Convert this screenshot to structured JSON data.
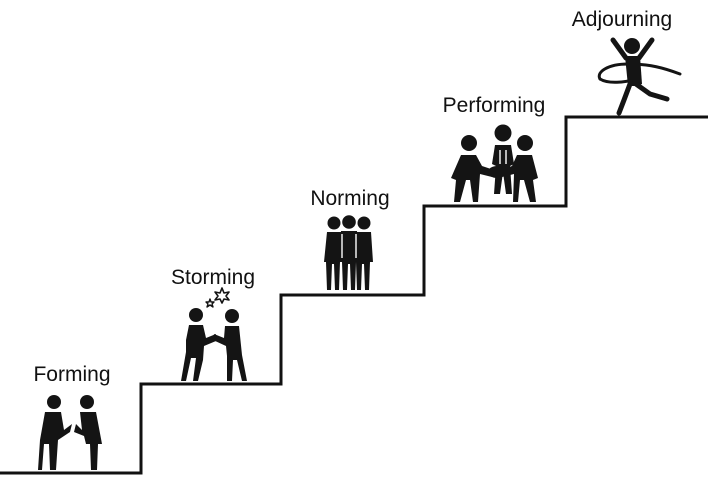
{
  "stages": [
    {
      "label": "Forming",
      "icon": "handshake-people-icon"
    },
    {
      "label": "Storming",
      "icon": "arguing-people-icon"
    },
    {
      "label": "Norming",
      "icon": "group-standing-icon"
    },
    {
      "label": "Performing",
      "icon": "team-hands-together-icon"
    },
    {
      "label": "Adjourning",
      "icon": "finish-line-winner-icon"
    }
  ],
  "colors": {
    "line": "#111111",
    "figure": "#141414",
    "background": "#ffffff"
  }
}
